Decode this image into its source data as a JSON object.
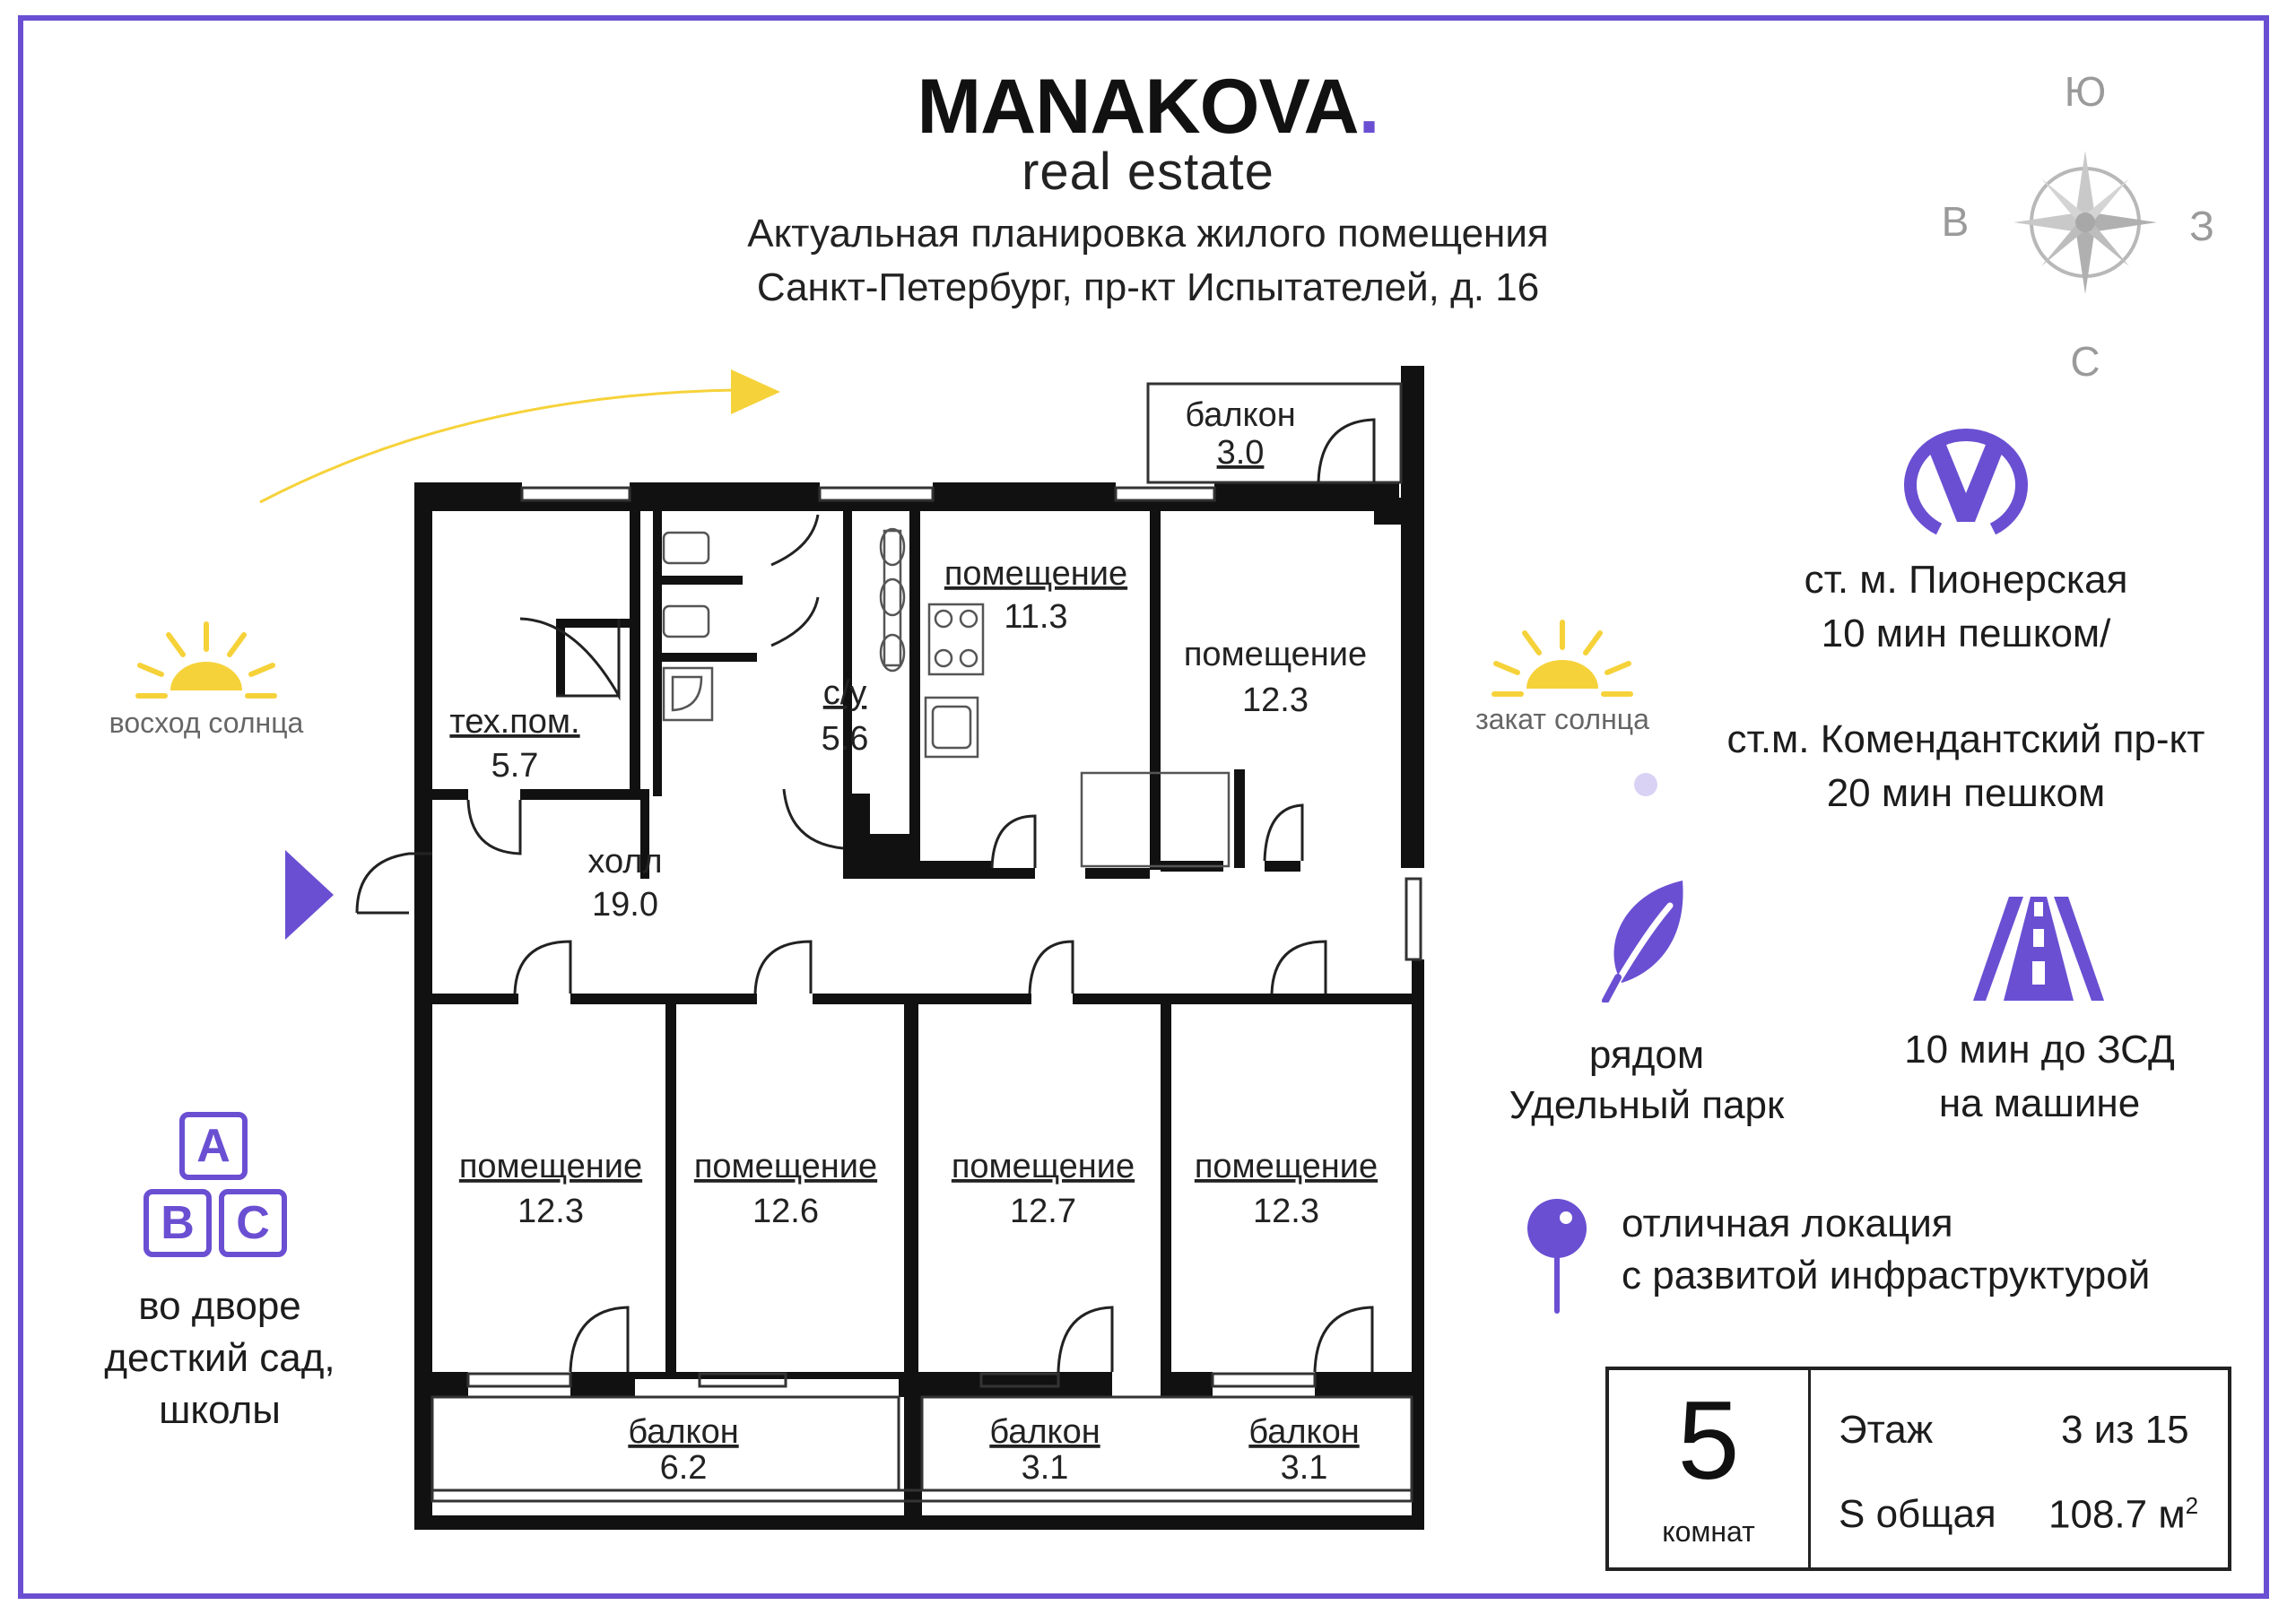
{
  "brand": {
    "name": "MANAKOVA",
    "dot": ".",
    "sub": "real estate",
    "accent_color": "#6a4fd2",
    "sun_color": "#f6d23a"
  },
  "header": {
    "line1": "Актуальная  планировка жилого помещения",
    "line2": "Санкт-Петербург, пр-кт Испытателей, д. 16"
  },
  "compass": {
    "n": "Ю",
    "s": "С",
    "w": "В",
    "e": "З",
    "icon": "compass-rose-icon"
  },
  "sun": {
    "sunrise": "восход солнца",
    "sunset": "закат солнца",
    "icon": "sun-icon"
  },
  "rooms": [
    {
      "id": "balcony-top",
      "name": "балкон",
      "area": "3.0"
    },
    {
      "id": "room-11-3",
      "name": "помещение",
      "area": "11.3"
    },
    {
      "id": "room-12-3-top",
      "name": "помещение",
      "area": "12.3"
    },
    {
      "id": "tech-room",
      "name": "тех.пом.",
      "area": "5.7"
    },
    {
      "id": "bathroom",
      "name": "с/у",
      "area": "5.6"
    },
    {
      "id": "hall",
      "name": "холл",
      "area": "19.0"
    },
    {
      "id": "room-12-3-a",
      "name": "помещение",
      "area": "12.3"
    },
    {
      "id": "room-12-6",
      "name": "помещение",
      "area": "12.6"
    },
    {
      "id": "room-12-7",
      "name": "помещение",
      "area": "12.7"
    },
    {
      "id": "room-12-3-b",
      "name": "помещение",
      "area": "12.3"
    },
    {
      "id": "balcony-6-2",
      "name": "балкон",
      "area": "6.2"
    },
    {
      "id": "balcony-3-1-a",
      "name": "балкон",
      "area": "3.1"
    },
    {
      "id": "balcony-3-1-b",
      "name": "балкон",
      "area": "3.1"
    }
  ],
  "metro": {
    "icon": "metro-icon",
    "line1": "ст. м. Пионерская",
    "line2": "10 мин пешком/",
    "line3": "ст.м. Комендантский пр-кт",
    "line4": "20 мин пешком"
  },
  "park": {
    "icon": "leaf-icon",
    "line1": "рядом",
    "line2": "Удельный парк"
  },
  "road": {
    "icon": "road-icon",
    "line1": "10 мин до ЗСД",
    "line2": "на машине"
  },
  "location": {
    "icon": "map-pin-icon",
    "line1": "отличная локация",
    "line2": "с развитой инфраструктурой"
  },
  "kids": {
    "icon": "abc-blocks-icon",
    "blocks": [
      "A",
      "B",
      "C"
    ],
    "line1": "во дворе",
    "line2": "десткий сад,",
    "line3": "школы"
  },
  "summary": {
    "rooms_count": "5",
    "rooms_label": "комнат",
    "floor_label": "Этаж",
    "floor_value": "3 из 15",
    "area_label": "S общая",
    "area_value": "108.7 м",
    "area_sup": "2"
  }
}
